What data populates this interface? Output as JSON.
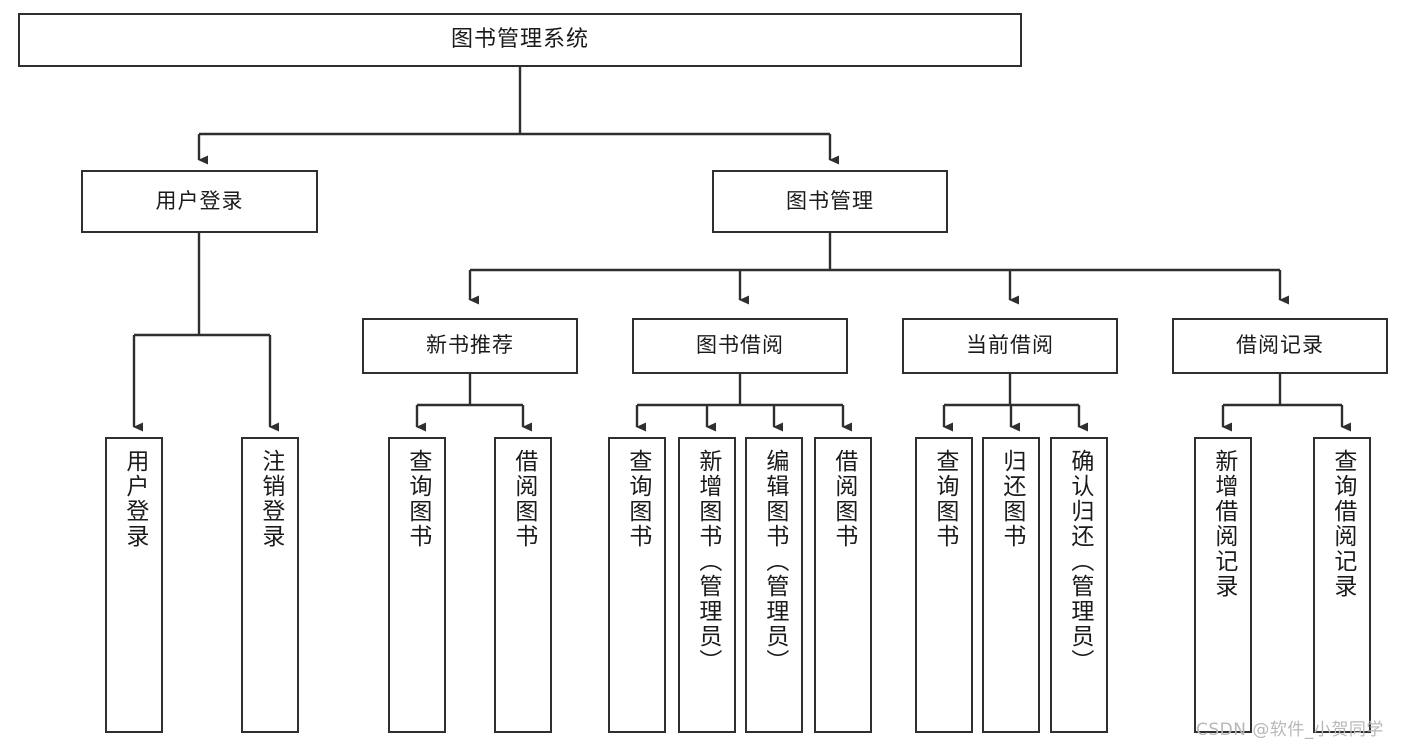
{
  "diagram": {
    "title": "图书管理系统",
    "type": "tree",
    "colors": {
      "stroke": "#2f2f2f",
      "fill": "#ffffff",
      "text": "#1b1b1b",
      "watermark": "#b8b8b8"
    },
    "root": {
      "label": "图书管理系统"
    },
    "level1": [
      {
        "label": "用户登录"
      },
      {
        "label": "图书管理"
      }
    ],
    "level2": [
      {
        "label": "新书推荐"
      },
      {
        "label": "图书借阅"
      },
      {
        "label": "当前借阅"
      },
      {
        "label": "借阅记录"
      }
    ],
    "leaves": {
      "user_login": [
        {
          "label": "用户登录"
        },
        {
          "label": "注销登录"
        }
      ],
      "new_book_recommend": [
        {
          "label": "查询图书"
        },
        {
          "label": "借阅图书"
        }
      ],
      "book_borrow": [
        {
          "label": "查询图书"
        },
        {
          "label": "新增图书（管理员）"
        },
        {
          "label": "编辑图书（管理员）"
        },
        {
          "label": "借阅图书"
        }
      ],
      "current_borrow": [
        {
          "label": "查询图书"
        },
        {
          "label": "归还图书"
        },
        {
          "label": "确认归还（管理员）"
        }
      ],
      "borrow_record": [
        {
          "label": "新增借阅记录"
        },
        {
          "label": "查询借阅记录"
        }
      ]
    }
  },
  "watermark": {
    "text": "CSDN @软件_小贺同学"
  }
}
